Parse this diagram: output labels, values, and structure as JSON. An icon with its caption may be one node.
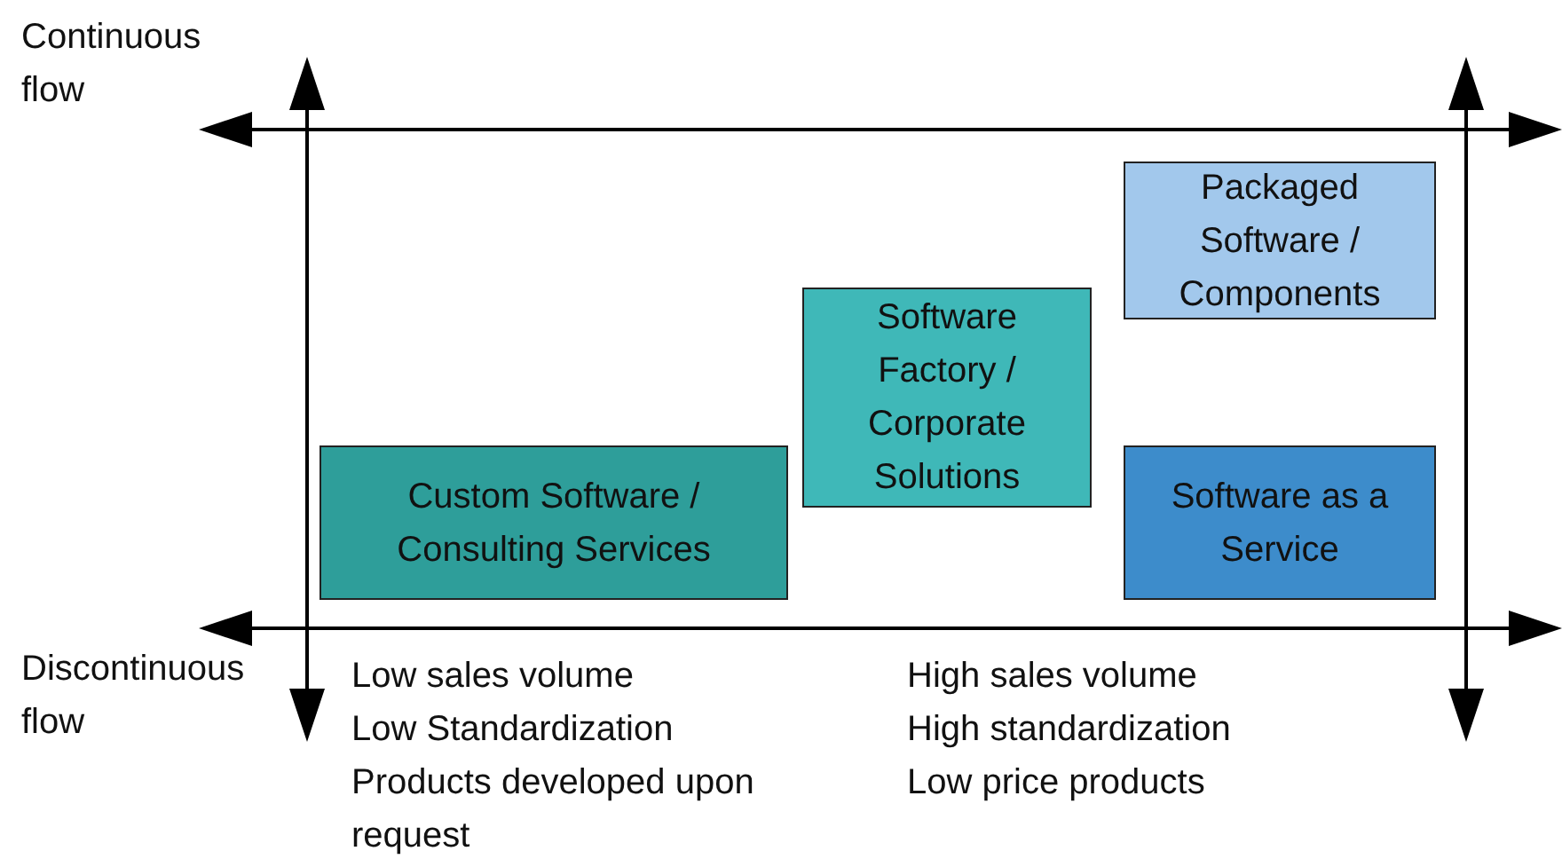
{
  "diagram": {
    "nodes": [
      {
        "text": [
          "Custom Software / Consulting Services"
        ]
      },
      {
        "text": [
          "Software Factory / Corporate Solutions"
        ]
      },
      {
        "text": [
          "Packaged Software / Components"
        ]
      },
      {
        "text": [
          "Software as a Service"
        ]
      }
    ],
    "labels": [
      "Continuous flow",
      "Discontinuous flow",
      "Low sales volume",
      "Low Standardization",
      "Products developed upon request",
      "High sales volume",
      "High standardization",
      "Low price products"
    ]
  }
}
